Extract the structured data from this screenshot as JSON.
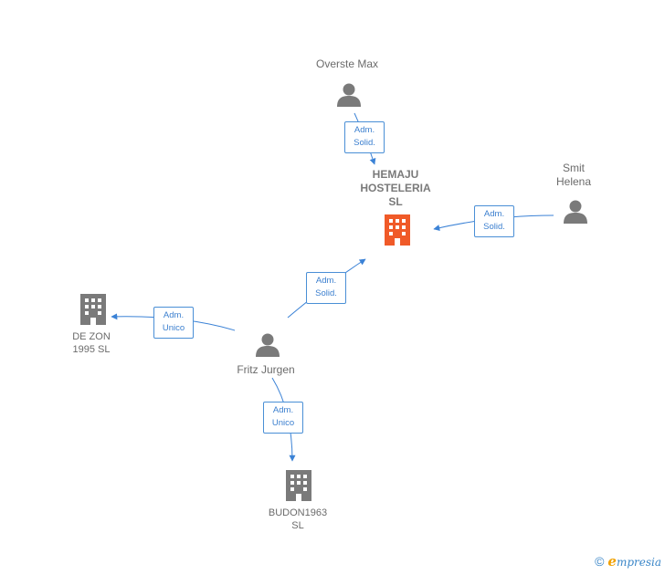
{
  "nodes": {
    "hemaju": {
      "label": "HEMAJU\nHOSTELERIA\nSL",
      "type": "company",
      "highlight": true,
      "icon": "building-icon",
      "color": "#f05a28"
    },
    "overste": {
      "label": "Overste Max",
      "type": "person",
      "icon": "person-icon"
    },
    "smit": {
      "label": "Smit\nHelena",
      "type": "person",
      "icon": "person-icon"
    },
    "fritz": {
      "label": "Fritz Jurgen",
      "type": "person",
      "icon": "person-icon"
    },
    "dezon": {
      "label": "DE ZON\n1995  SL",
      "type": "company",
      "icon": "building-icon"
    },
    "budon": {
      "label": "BUDON1963\nSL",
      "type": "company",
      "icon": "building-icon"
    }
  },
  "edges": {
    "overste_hemaju": {
      "label": "Adm.\nSolid."
    },
    "smit_hemaju": {
      "label": "Adm.\nSolid."
    },
    "fritz_hemaju": {
      "label": "Adm.\nSolid."
    },
    "fritz_dezon": {
      "label": "Adm.\nUnico"
    },
    "fritz_budon": {
      "label": "Adm.\nUnico"
    }
  },
  "colors": {
    "edge": "#3b82d6",
    "icon_gray": "#7a7a7a",
    "highlight": "#f05a28"
  },
  "watermark": {
    "copyright": "©",
    "brand_first": "e",
    "brand_rest": "mpresia"
  }
}
